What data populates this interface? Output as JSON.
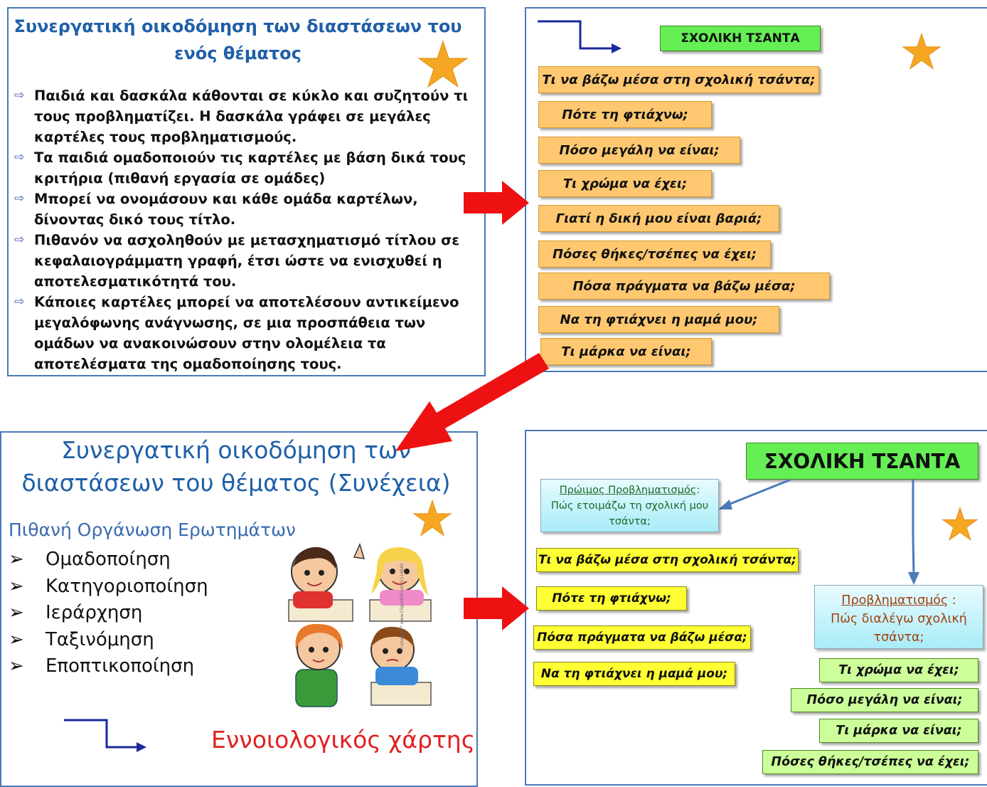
{
  "slide1": {
    "title_line1": "Συνεργατική οικοδόμηση των διαστάσεων του",
    "title_line2": "ενός θέματος",
    "bullets": [
      "Παιδιά και δασκάλα κάθονται σε κύκλο και συζητούν τι τους προβληματίζει. Η δασκάλα γράφει σε μεγάλες καρτέλες τους προβληματισμούς.",
      "Τα παιδιά ομαδοποιούν τις καρτέλες με βάση δικά τους κριτήρια (πιθανή εργασία σε ομάδες)",
      "Μπορεί να ονομάσουν και κάθε ομάδα καρτέλων, δίνοντας δικό τους τίτλο.",
      "Πιθανόν να ασχοληθούν με μετασχηματισμό τίτλου σε κεφαλαιογράμματη γραφή, έτσι ώστε να ενισχυθεί η αποτελεσματικότητά του.",
      "Κάποιες καρτέλες μπορεί να αποτελέσουν αντικείμενο μεγαλόφωνης ανάγνωσης, σε μια προσπάθεια των ομάδων να ανακοινώσουν στην ολομέλεια τα αποτελέσματα της ομαδοποίησης τους."
    ]
  },
  "slide2": {
    "title": "ΣΧΟΛΙΚΗ ΤΣΑΝΤΑ",
    "cards": [
      "Τι να βάζω μέσα στη σχολική τσάντα;",
      "Πότε τη φτιάχνω;",
      "Πόσο μεγάλη να είναι;",
      "Τι χρώμα να έχει;",
      "Γιατί η δική μου είναι βαριά;",
      "Πόσες θήκες/τσέπες να έχει;",
      "Πόσα πράγματα να βάζω μέσα;",
      "Να τη φτιάχνει η μαμά μου;",
      "Τι μάρκα να είναι;"
    ]
  },
  "slide3": {
    "title_line1": "Συνεργατική οικοδόμηση των",
    "title_line2": "διαστάσεων του θέματος (Συνέχεια)",
    "subtitle": "Πιθανή Οργάνωση Ερωτημάτων",
    "items": [
      "Ομαδοποίηση",
      "Κατηγοριοποίηση",
      "Ιεράρχηση",
      "Ταξινόμηση",
      "Εποπτικοποίηση"
    ],
    "concept_map": "Εννοιολογικός χάρτης",
    "clipart_credit": "©visekart * www.ClipartOf.com/1114845"
  },
  "slide4": {
    "title": "ΣΧΟΛΙΚΗ ΤΣΑΝΤΑ",
    "early_label": "Πρώιμος Προβληματισμός",
    "early_text1": "Πώς ετοιμάζω  τη σχολική μου",
    "early_text2": "τσάντα;",
    "concern_label": "Προβληματισμός",
    "concern_text1": "Πώς διαλέγω σχολική",
    "concern_text2": "τσάντα;",
    "yellow_cards": [
      "Τι να βάζω μέσα στη σχολική τσάντα;",
      "Πότε τη φτιάχνω;",
      "Πόσα πράγματα να βάζω μέσα;",
      "Να τη φτιάχνει η μαμά μου;"
    ],
    "green_cards": [
      "Τι χρώμα να έχει;",
      "Πόσο μεγάλη να είναι;",
      "Τι μάρκα να είναι;",
      "Πόσες θήκες/τσέπες να έχει;"
    ]
  },
  "colors": {
    "title_blue": "#1f5fa8",
    "arrow_red": "#ee1111",
    "star_orange": "#f5a623",
    "card_orange": "#ffc870",
    "card_yellow": "#ffff33",
    "card_green": "#ccff99",
    "title_green": "#66ee55",
    "concept_red": "#e02020"
  }
}
